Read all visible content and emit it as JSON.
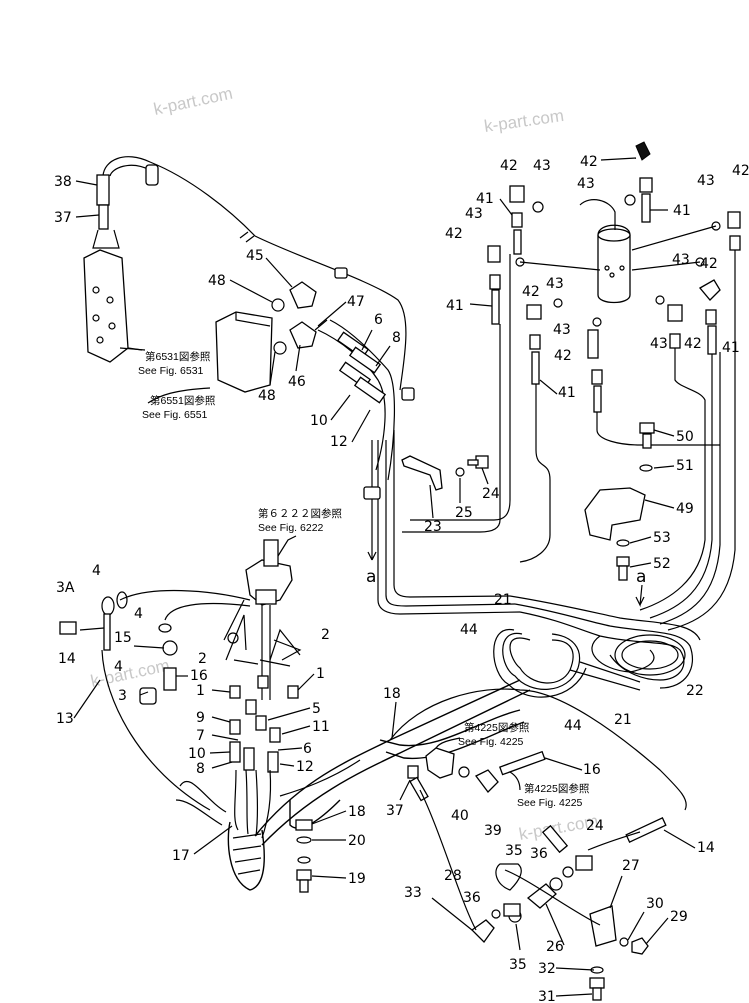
{
  "watermarks": [
    "k-part.com",
    "k-part.com",
    "k-part.com",
    "k-part.com"
  ],
  "references": [
    {
      "jp": "第6531図参照",
      "en": "See Fig. 6531"
    },
    {
      "jp": "第6551図参照",
      "en": "See Fig. 6551"
    },
    {
      "jp": "第６２２２図参照",
      "en": "See Fig. 6222"
    },
    {
      "jp": "第4225図参照",
      "en": "See Fig. 4225"
    },
    {
      "jp": "第4225図参照",
      "en": "See Fig. 4225"
    }
  ],
  "connectors": [
    "a",
    "a"
  ],
  "callouts": [
    "38",
    "37",
    "45",
    "48",
    "47",
    "6",
    "8",
    "46",
    "10",
    "12",
    "48",
    "42",
    "43",
    "42",
    "41",
    "43",
    "42",
    "42",
    "41",
    "43",
    "43",
    "42",
    "41",
    "43",
    "43",
    "42",
    "43",
    "42",
    "41",
    "43",
    "42",
    "41",
    "50",
    "51",
    "49",
    "24",
    "25",
    "23",
    "53",
    "52",
    "3A",
    "4",
    "4",
    "14",
    "15",
    "16",
    "4",
    "3",
    "13",
    "2",
    "2",
    "1",
    "1",
    "9",
    "7",
    "10",
    "8",
    "5",
    "11",
    "6",
    "12",
    "21",
    "44",
    "22",
    "44",
    "21",
    "18",
    "16",
    "37",
    "40",
    "39",
    "14",
    "18",
    "20",
    "17",
    "19",
    "24",
    "35",
    "36",
    "27",
    "28",
    "33",
    "36",
    "26",
    "30",
    "29",
    "35",
    "32",
    "31"
  ]
}
